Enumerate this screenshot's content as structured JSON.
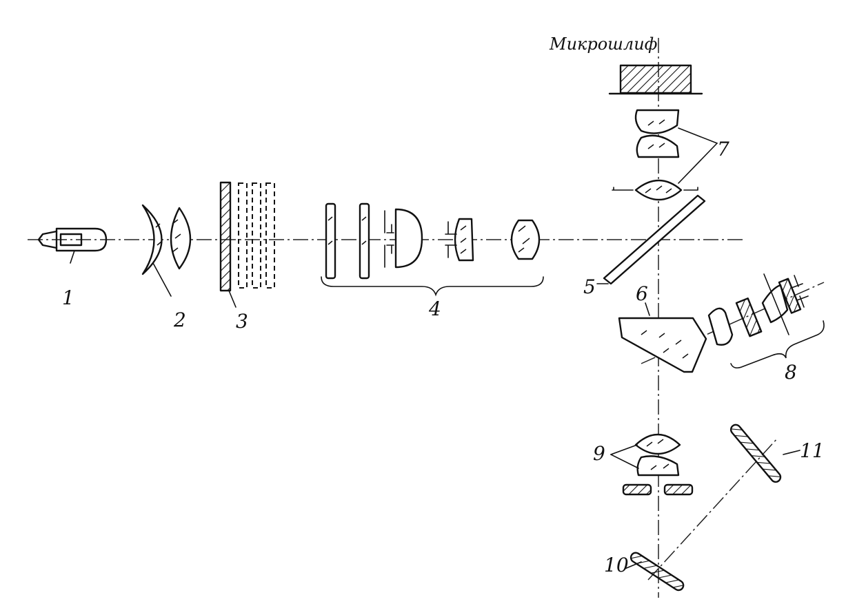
{
  "diagram": {
    "labels": {
      "specimen": "Микрошлиф",
      "l1": "1",
      "l2": "2",
      "l3": "3",
      "l4": "4",
      "l5": "5",
      "l6": "6",
      "l7": "7",
      "l8": "8",
      "l9": "9",
      "l10": "10",
      "l11": "11"
    }
  }
}
